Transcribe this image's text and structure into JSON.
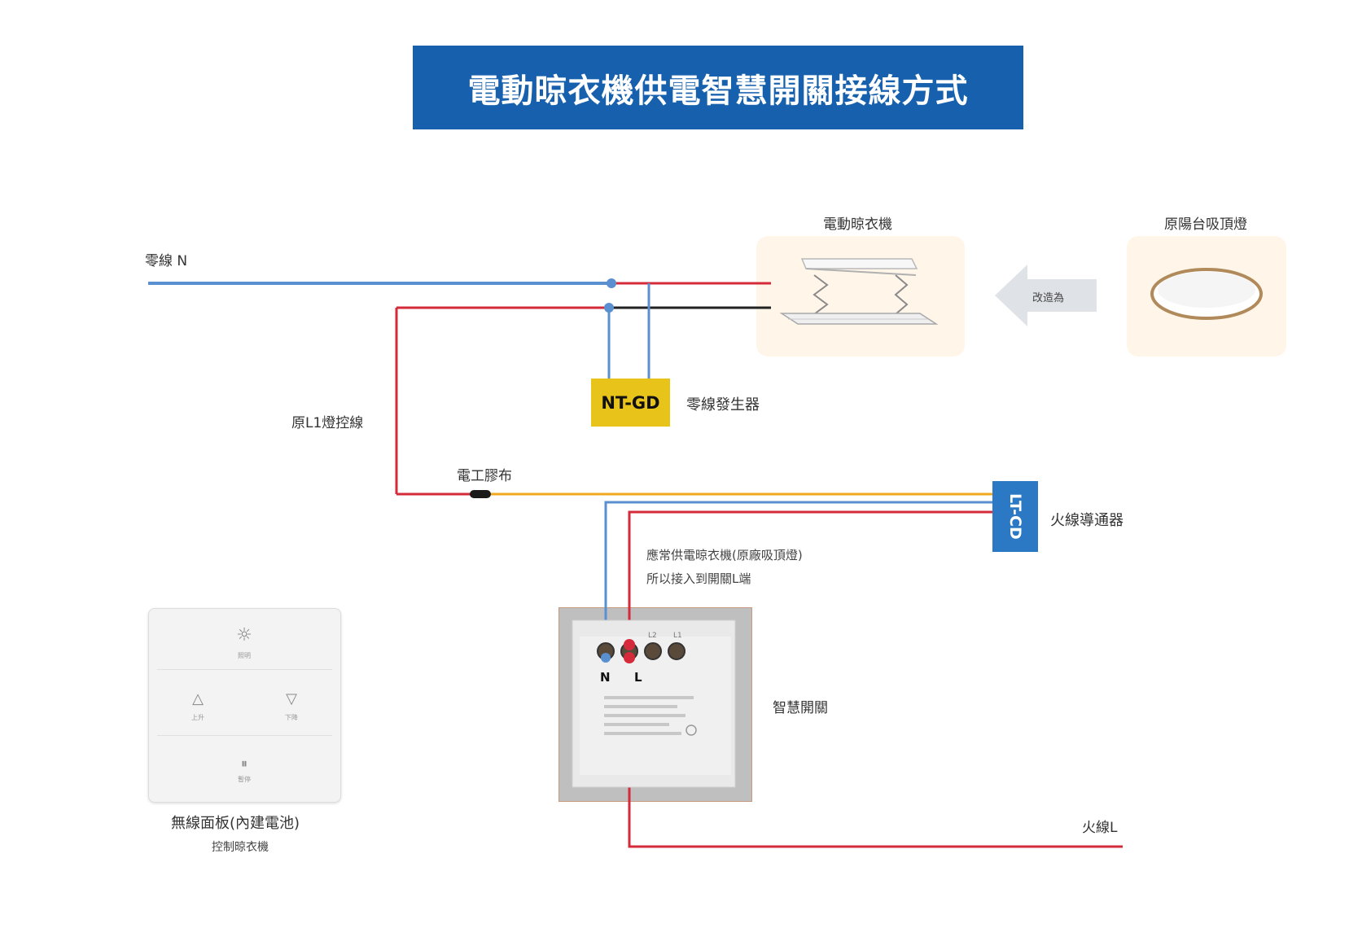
{
  "title": "電動晾衣機供電智慧開關接線方式",
  "labels": {
    "neutral": "零線 N",
    "dryer": "電動晾衣機",
    "ceiling_light": "原陽台吸頂燈",
    "modify_to": "改造為",
    "l1_line": "原L1燈控線",
    "ntgd": "NT-GD",
    "neutral_generator": "零線發生器",
    "tape": "電工膠布",
    "ltcd": "LT-CD",
    "live_conductor": "火線導通器",
    "note_line1": "應常供電晾衣機(原廠吸頂燈)",
    "note_line2": "所以接入到開關L端",
    "smart_switch": "智慧開關",
    "wireless_panel": "無線面板(內建電池)",
    "wireless_panel_sub": "控制晾衣機",
    "live_wire": "火線L"
  },
  "panel_buttons": {
    "light": "照明",
    "up": "上升",
    "down": "下降",
    "pause": "暫停"
  },
  "switch_terminals": {
    "n": "N",
    "l": "L",
    "l2": "L2",
    "l1": "L1"
  },
  "colors": {
    "title_bg": "#1660ad",
    "blue_wire": "#5a8fd0",
    "red_wire": "#d42a3a",
    "black_wire": "#222222",
    "orange_wire": "#f2a81d",
    "ntgd_box": "#e8c41a",
    "ltcd_box": "#2b79c4"
  }
}
